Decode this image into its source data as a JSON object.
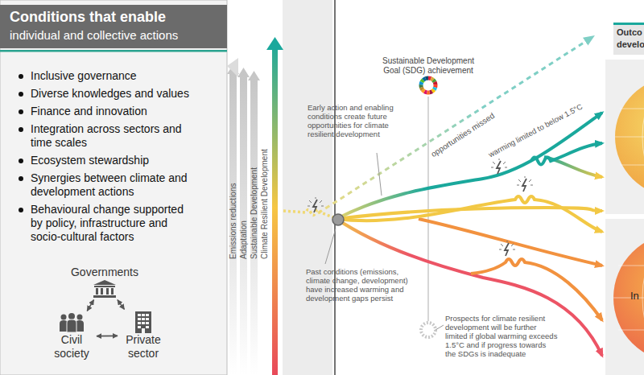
{
  "diagram": {
    "nodes": [
      {
        "text": [
          "Conditions that enable",
          "individual and collective actions",
          "Inclusive governance",
          "Diverse knowledges and values",
          "Finance and innovation",
          "Integration across sectors and time scales",
          "Ecosystem stewardship",
          "Synergies between climate and development actions",
          "Behavioural change supported by policy, infrastructure and socio-cultural factors"
        ]
      },
      {
        "text": [
          "Governments"
        ],
        "in": 0
      },
      {
        "text": [
          "Civil society"
        ],
        "in": 0
      },
      {
        "text": [
          "Private sector"
        ],
        "in": 0
      }
    ],
    "edges": [
      {
        "from": 1,
        "to": 2,
        "arrow": "both"
      },
      {
        "from": 1,
        "to": 3,
        "arrow": "both"
      },
      {
        "from": 2,
        "to": 3,
        "arrow": "both"
      }
    ],
    "labels": [
      "Emissions reductions",
      "Adaptation",
      "Sustainable Development",
      "Climate Resilient Development",
      "Sustainable Development Goal (SDG) achievement",
      "Early action and enabling conditions create future opportunities for climate resilient development",
      "opportunities missed",
      "warming limited to below 1.5°C",
      "Past conditions (emissions, climate change, development) have increased warming and development gaps persist",
      "Prospects for climate resilient development will be further limited if global warming exceeds 1.5°C and if progress towards the SDGs is inadequate",
      "Outco",
      "develo",
      "In"
    ]
  }
}
